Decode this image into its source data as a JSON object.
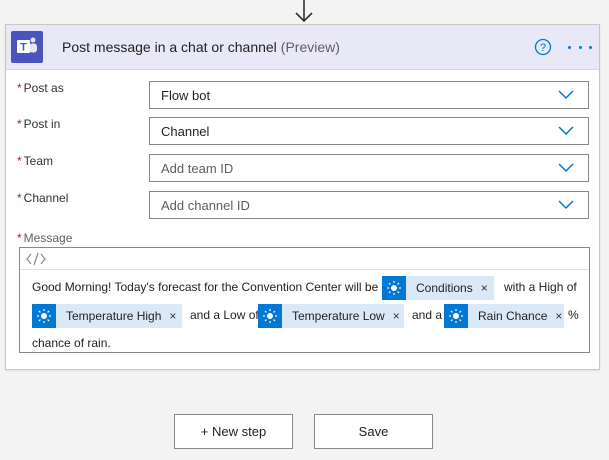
{
  "card": {
    "title": "Post message in a chat or channel",
    "preview": "(Preview)",
    "help_symbol": "?"
  },
  "fields": [
    {
      "label": "Post as",
      "value": "Flow bot",
      "is_placeholder": false
    },
    {
      "label": "Post in",
      "value": "Channel",
      "is_placeholder": false
    },
    {
      "label": "Team",
      "value": "Add team ID",
      "is_placeholder": true
    },
    {
      "label": "Channel",
      "value": "Add channel ID",
      "is_placeholder": true
    }
  ],
  "required_marker": "*",
  "message": {
    "label": "Message",
    "line1_text": "Good Morning! Today's forecast for the Convention Center will be",
    "after_conditions": "with a High of",
    "after_high": "and a Low of",
    "after_low": "and a",
    "after_rain": "%",
    "line3_text": "chance of rain.",
    "tokens": {
      "conditions": "Conditions",
      "temp_high": "Temperature High",
      "temp_low": "Temperature Low",
      "rain": "Rain Chance"
    },
    "token_close": "×"
  },
  "buttons": {
    "new_step": "+ New step",
    "save": "Save"
  },
  "colors": {
    "header_bg": "#e8e8f7",
    "teams_icon": "#4b53bc",
    "accent": "#0078d4",
    "token_bg": "#dbe8f7",
    "required": "#a4262c"
  }
}
